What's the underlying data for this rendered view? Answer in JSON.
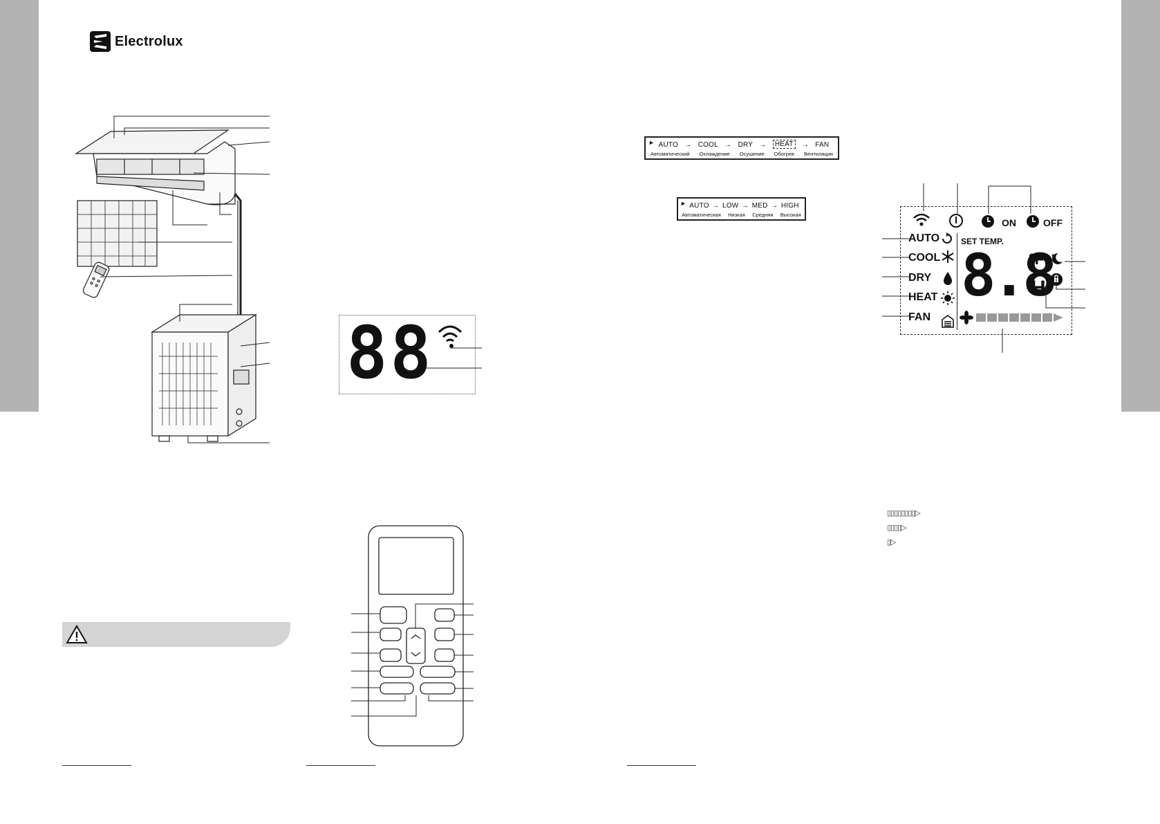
{
  "brand": {
    "name": "Electrolux"
  },
  "mode_sequence": {
    "en": [
      "AUTO",
      "COOL",
      "DRY",
      "HEAT",
      "FAN"
    ],
    "ru": [
      "Автоматический",
      "Охлаждение",
      "Осушение",
      "Обогрев",
      "Вентиляция"
    ]
  },
  "fan_sequence": {
    "en": [
      "AUTO",
      "LOW",
      "MED",
      "HIGH"
    ],
    "ru": [
      "Автоматическая",
      "Низкая",
      "Средняя",
      "Высокая"
    ]
  },
  "indoor_display": {
    "digits": "88"
  },
  "lcd": {
    "on_label": "ON",
    "off_label": "OFF",
    "set_temp_label": "SET TEMP.",
    "modes": [
      "AUTO",
      "COOL",
      "DRY",
      "HEAT",
      "FAN"
    ],
    "digits": "8.8",
    "unit_f": "°F",
    "unit_h": "H"
  },
  "fan_speed_legend": [
    "▯▯▯▯▯▯▯▯▷",
    "▯▯▯▯▷",
    "▯▷"
  ],
  "icons": [
    "warning-icon",
    "wifi-icon",
    "power-icon",
    "timer-on-icon",
    "timer-off-icon",
    "sleep-icon",
    "lock-icon",
    "fan-icon",
    "snowflake-icon",
    "drop-icon",
    "sun-icon"
  ]
}
